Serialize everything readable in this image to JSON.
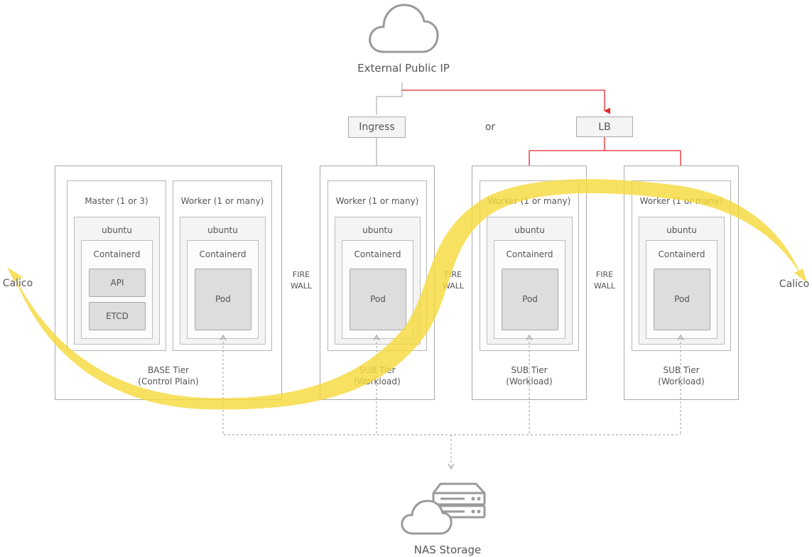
{
  "external": {
    "label": "External Public IP",
    "icon": "cloud-icon"
  },
  "ingress": {
    "label": "Ingress"
  },
  "or_label": "or",
  "lb": {
    "label": "LB"
  },
  "calico_left": "Calico",
  "calico_right": "Calico",
  "firewall": {
    "line1": "FIRE",
    "line2": "WALL"
  },
  "base_tier": {
    "label_line1": "BASE Tier",
    "label_line2": "(Control Plain)",
    "master": {
      "title": "Master (1 or 3)",
      "os": "ubuntu",
      "runtime": "Containerd",
      "components": [
        "API",
        "ETCD"
      ]
    },
    "worker": {
      "title": "Worker (1 or many)",
      "os": "ubuntu",
      "runtime": "Containerd",
      "pod": "Pod"
    }
  },
  "sub_tiers": [
    {
      "label_line1": "SUB Tier",
      "label_line2": "(Workload)",
      "worker_title": "Worker (1 or many)",
      "os": "ubuntu",
      "runtime": "Containerd",
      "pod": "Pod"
    },
    {
      "label_line1": "SUB Tier",
      "label_line2": "(Workload)",
      "worker_title": "Worker (1 or many)",
      "os": "ubuntu",
      "runtime": "Containerd",
      "pod": "Pod"
    },
    {
      "label_line1": "SUB Tier",
      "label_line2": "(Workload)",
      "worker_title": "Worker (1 or many)",
      "os": "ubuntu",
      "runtime": "Containerd",
      "pod": "Pod"
    }
  ],
  "nas": {
    "label": "NAS Storage",
    "icon": "nas-storage-icon"
  },
  "colors": {
    "line": "#a0a0a0",
    "red": "#e0262d",
    "calico": "#f7df5a"
  }
}
